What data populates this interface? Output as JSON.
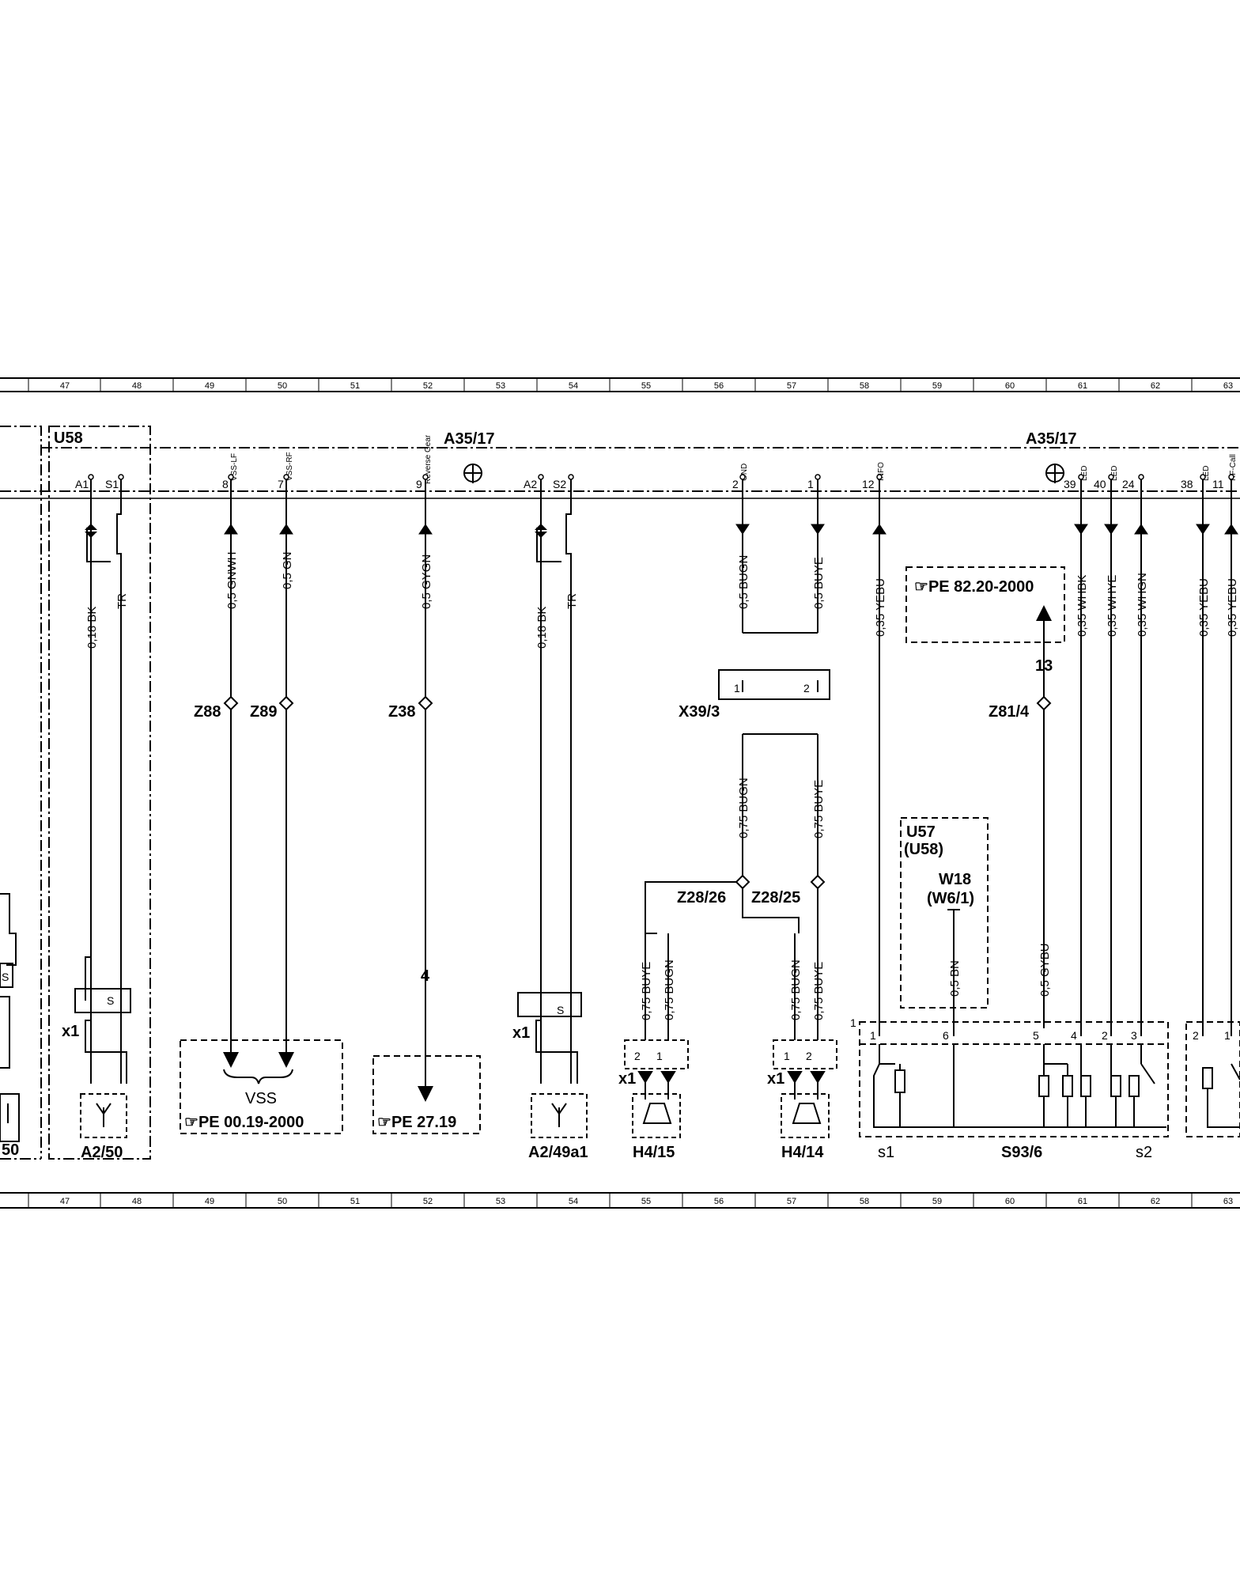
{
  "ruler": {
    "columns": [
      "47",
      "48",
      "49",
      "50",
      "51",
      "52",
      "53",
      "54",
      "55",
      "56",
      "57",
      "58",
      "59",
      "60",
      "61",
      "62",
      "63"
    ]
  },
  "modules": {
    "u58_box": "U58",
    "a35_left": "A35/17",
    "a35_right": "A35/17"
  },
  "pins": {
    "p_a1": "A1",
    "p_s1": "S1",
    "p_8": "8",
    "p_7": "7",
    "p_9": "9",
    "p_a2": "A2",
    "p_s2": "S2",
    "p_2": "2",
    "p_1": "1",
    "p_12": "12",
    "p_39": "39",
    "p_40": "40",
    "p_24": "24",
    "p_38": "38",
    "p_11": "11"
  },
  "signals": {
    "s_vss_lf": "VSS-LF",
    "s_vss_rf": "VSS-RF",
    "s_reverse": "Reverse Gear",
    "s_gnd": "GND",
    "s_plus": "+",
    "s_info": "INFO",
    "s_led1": "LED",
    "s_led2": "LED",
    "s_led3": "LED",
    "s_call": "HF-Call"
  },
  "wires": {
    "w_018bk_1": "0,18 BK",
    "w_tr_1": "TR",
    "w_05gnwh": "0,5 GNWH",
    "w_05gn": "0,5 GN",
    "w_05gygn": "0,5 GYGN",
    "w_018bk_2": "0,18 BK",
    "w_tr_2": "TR",
    "w_05bugn": "0,5 BUGN",
    "w_05buye": "0,5 BUYE",
    "w_035yebu": "0,35 YEBU",
    "w_035whbk": "0,35 WHBK",
    "w_035whye": "0,35 WHYE",
    "w_035whgn": "0,35 WHGN",
    "w_035yebu_r": "0,35 YEBU",
    "w_035yebu_r2": "0,35 YEBU",
    "w_075bugn": "0,75 BUGN",
    "w_075buye": "0,75 BUYE",
    "w_075buye_l": "0,75 BUYE",
    "w_075bugn_l": "0,75 BUGN",
    "w_075bugn_r": "0,75 BUGN",
    "w_075buye_r": "0,75 BUYE",
    "w_05bn": "0,5 BN",
    "w_05gybu": "0,5 GYBU"
  },
  "splices": {
    "z88": "Z88",
    "z89": "Z89",
    "z38": "Z38",
    "z81": "Z81/4",
    "z2826": "Z28/26",
    "z2825": "Z28/25",
    "x393": "X39/3"
  },
  "connector_pins": {
    "x39_1": "1",
    "x39_2": "2"
  },
  "labels": {
    "num13": "13",
    "num4": "4",
    "u57": "U57",
    "u58p": "(U58)",
    "w18": "W18",
    "w61": "(W6/1)",
    "x1_a": "x1",
    "x1_b": "x1",
    "x1_c": "x1",
    "x1_d": "x1",
    "s_left": "S",
    "s_a250": "S",
    "s_a249": "S",
    "edge_50": "50",
    "vss": "VSS",
    "a250": "A2/50",
    "a249": "A2/49a1",
    "h415": "H4/15",
    "h414": "H4/14",
    "s936": "S93/6",
    "s1": "s1",
    "s2": "s2",
    "one": "1",
    "h415_p2": "2",
    "h415_p1": "1",
    "h414_p1": "1",
    "h414_p2": "2",
    "s93_p1": "1",
    "s93_p6": "6",
    "s93_p5": "5",
    "s93_p4": "4",
    "s93_p2": "2",
    "s93_p3": "3",
    "r_p2": "2",
    "r_p1": "1"
  },
  "references": {
    "pe8220": "PE  82.20-2000",
    "pe0019": "PE  00.19-2000",
    "pe2719": "PE  27.19"
  }
}
